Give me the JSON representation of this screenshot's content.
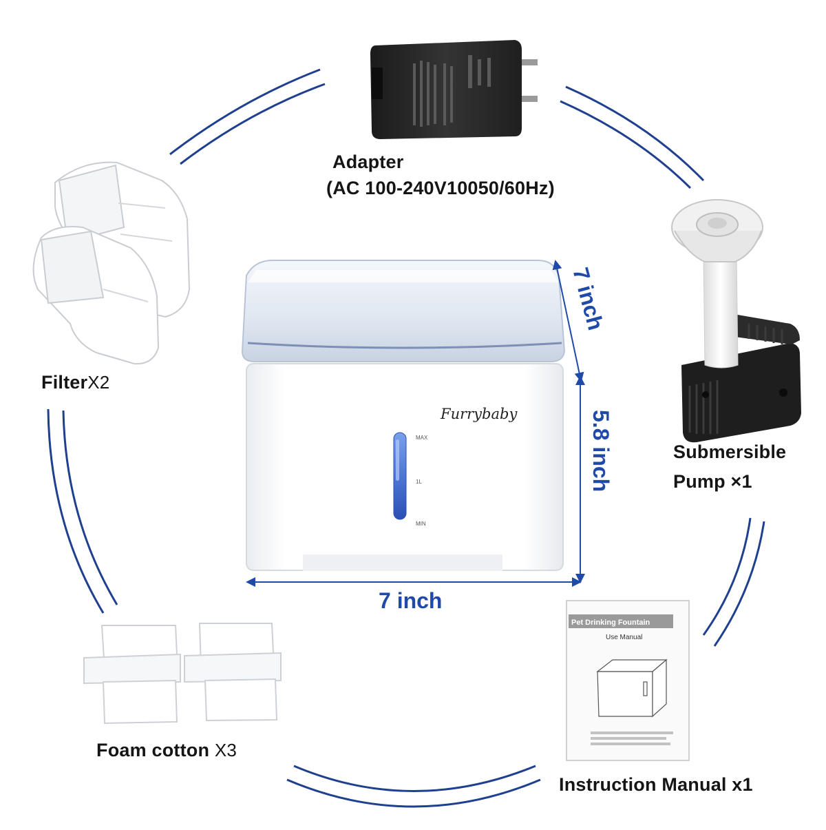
{
  "items": {
    "adapter": {
      "name": "Adapter",
      "spec": "(AC 100-240V10050/60Hz)"
    },
    "pump": {
      "line1": "Submersible",
      "line2": "Pump ×1"
    },
    "filter": {
      "name": "Filter",
      "qty": "X2"
    },
    "foam": {
      "name": "Foam cotton",
      "qty": "X3"
    },
    "manual": {
      "name": "Instruction Manual x1"
    }
  },
  "product": {
    "brand": "Furrybaby",
    "water_levels": [
      "MAX",
      "1L",
      "MIN"
    ]
  },
  "dimensions": {
    "depth": "7 inch",
    "height": "5.8 inch",
    "width": "7 inch"
  },
  "manual_cover": {
    "title": "Pet Drinking Fountain",
    "subtitle": "Use Manual"
  },
  "colors": {
    "arc": "#1f3f8f",
    "dimension_text": "#1f4aa8",
    "level_indicator": "#2f5fc9",
    "adapter_body": "#2a2a2a",
    "pump_body": "#1e1e1e"
  }
}
